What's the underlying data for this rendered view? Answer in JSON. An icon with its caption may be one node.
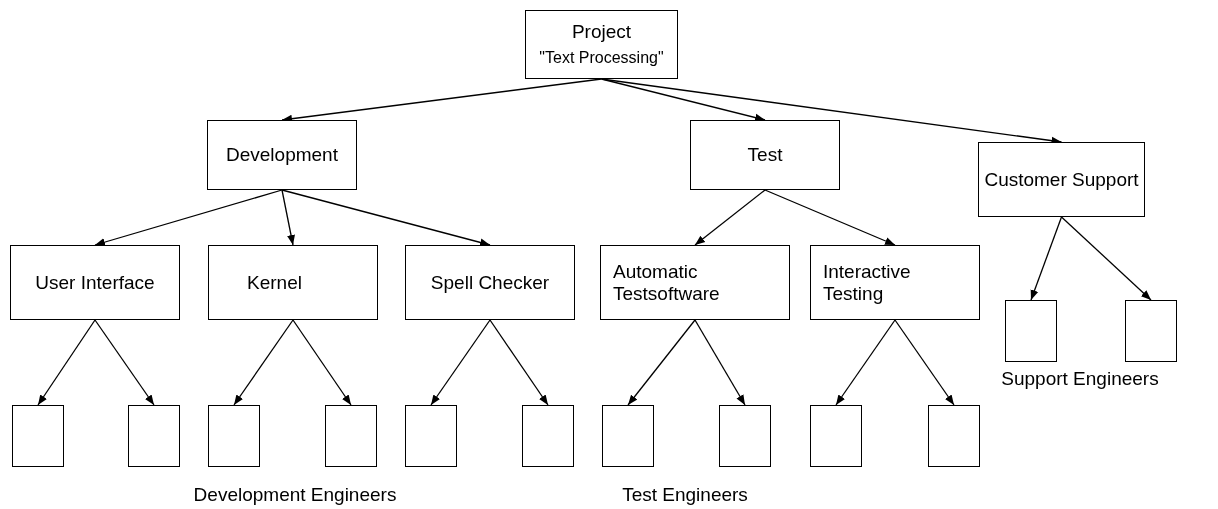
{
  "diagram": {
    "nodes": [
      {
        "text": [
          "Project",
          "\"Text Processing\""
        ]
      },
      {
        "text": [
          "Development"
        ]
      },
      {
        "text": [
          "Test"
        ]
      },
      {
        "text": [
          "Customer Support"
        ]
      },
      {
        "text": [
          "User Interface"
        ]
      },
      {
        "text": [
          "Kernel"
        ]
      },
      {
        "text": [
          "Spell Checker"
        ]
      },
      {
        "text": [
          "Automatic Testsoftware"
        ]
      },
      {
        "text": [
          "Interactive Testing"
        ]
      },
      {
        "text": [],
        "shape": "box"
      },
      {
        "text": [],
        "shape": "box"
      },
      {
        "text": [],
        "shape": "box"
      },
      {
        "text": [],
        "shape": "box"
      },
      {
        "text": [],
        "shape": "box"
      },
      {
        "text": [],
        "shape": "box"
      },
      {
        "text": [],
        "shape": "box"
      },
      {
        "text": [],
        "shape": "box"
      },
      {
        "text": [],
        "shape": "box"
      },
      {
        "text": [],
        "shape": "box"
      },
      {
        "text": [],
        "shape": "box"
      },
      {
        "text": [],
        "shape": "box"
      }
    ],
    "edges": [
      {
        "from": 0,
        "to": 1,
        "arrow": "to"
      },
      {
        "from": 0,
        "to": 2,
        "arrow": "to"
      },
      {
        "from": 0,
        "to": 3,
        "arrow": "to"
      },
      {
        "from": 1,
        "to": 4,
        "arrow": "to"
      },
      {
        "from": 1,
        "to": 5,
        "arrow": "to"
      },
      {
        "from": 1,
        "to": 6,
        "arrow": "to"
      },
      {
        "from": 2,
        "to": 7,
        "arrow": "to"
      },
      {
        "from": 2,
        "to": 8,
        "arrow": "to"
      },
      {
        "from": 3,
        "to": 19,
        "arrow": "to"
      },
      {
        "from": 3,
        "to": 20,
        "arrow": "to"
      },
      {
        "from": 4,
        "to": 9,
        "arrow": "to"
      },
      {
        "from": 4,
        "to": 10,
        "arrow": "to"
      },
      {
        "from": 5,
        "to": 11,
        "arrow": "to"
      },
      {
        "from": 5,
        "to": 12,
        "arrow": "to"
      },
      {
        "from": 6,
        "to": 13,
        "arrow": "to"
      },
      {
        "from": 6,
        "to": 14,
        "arrow": "to"
      },
      {
        "from": 7,
        "to": 15,
        "arrow": "to"
      },
      {
        "from": 7,
        "to": 16,
        "arrow": "to"
      },
      {
        "from": 8,
        "to": 17,
        "arrow": "to"
      },
      {
        "from": 8,
        "to": 18,
        "arrow": "to"
      }
    ],
    "labels": [
      "Support Engineers",
      "Development Engineers",
      "Test Engineers"
    ]
  }
}
